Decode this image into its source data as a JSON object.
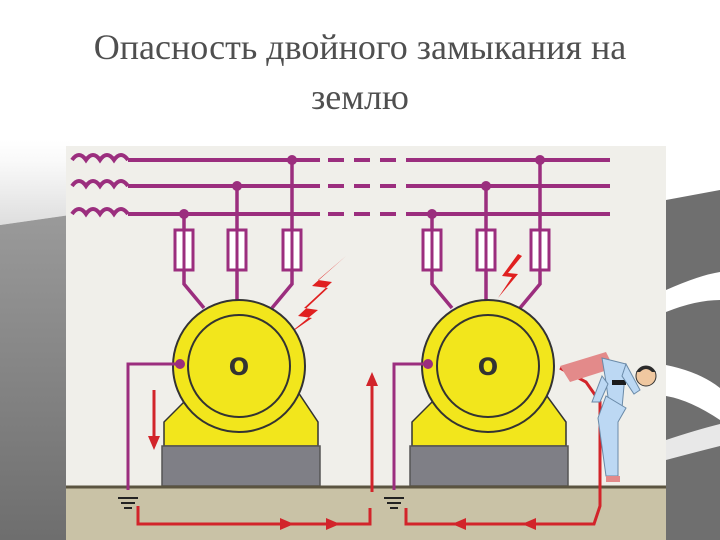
{
  "slide": {
    "title_line1": "Опасность двойного замыкания на",
    "title_line2": "землю"
  },
  "diagram": {
    "machine_label_left": "O",
    "machine_label_right": "O"
  },
  "colors": {
    "background": "#f0efea",
    "bus_wire": "#9b2e7e",
    "motor_yellow": "#f2e61c",
    "foundation": "#7f7f86",
    "current_arrow": "#d2242a",
    "lightning": "#e02020",
    "ground": "#c9c2a6",
    "side_decor": "#8c8c8c"
  }
}
